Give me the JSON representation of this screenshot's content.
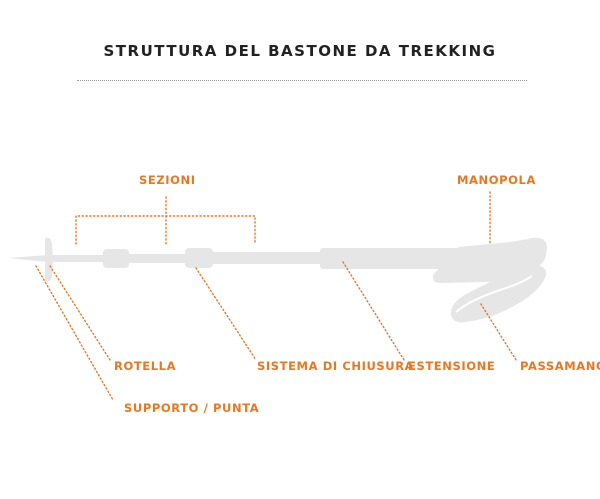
{
  "title": "STRUTTURA DEL BASTONE DA TREKKING",
  "colors": {
    "accent": "#e87722",
    "pole": "#e6e6e6",
    "title": "#222222"
  },
  "labels": {
    "sezioni": "SEZIONI",
    "manopola": "MANOPOLA",
    "rotella": "ROTELLA",
    "sistema_chiusura": "SISTEMA DI CHIUSURA",
    "estensione": "ESTENSIONE",
    "passamano": "PASSAMANO",
    "supporto_punta": "SUPPORTO / PUNTA"
  }
}
